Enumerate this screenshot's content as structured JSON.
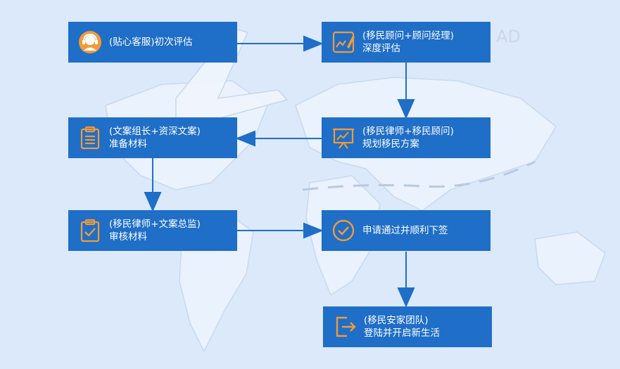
{
  "colors": {
    "node": "#1f6ec7",
    "arrow": "#1f6ec7",
    "icon": "#f29a38",
    "background": "#dbe9fb"
  },
  "steps": [
    {
      "lines": [
        "(贴心客服)初次评估"
      ],
      "icon": "customer-service-headset-icon"
    },
    {
      "lines": [
        "(移民顾问+顾问经理)",
        "深度评估"
      ],
      "icon": "edit-document-icon"
    },
    {
      "lines": [
        "(移民律师+移民顾问)",
        "规划移民方案"
      ],
      "icon": "presentation-board-icon"
    },
    {
      "lines": [
        "(文案组长+资深文案)",
        "准备材料"
      ],
      "icon": "clipboard-list-icon"
    },
    {
      "lines": [
        "(移民律师+文案总监)",
        "审核材料"
      ],
      "icon": "clipboard-check-icon"
    },
    {
      "lines": [
        "申请通过并顺利下签"
      ],
      "icon": "check-circle-icon"
    },
    {
      "lines": [
        "(移民安家团队)",
        "登陆并开启新生活"
      ],
      "icon": "exit-arrow-icon"
    }
  ]
}
